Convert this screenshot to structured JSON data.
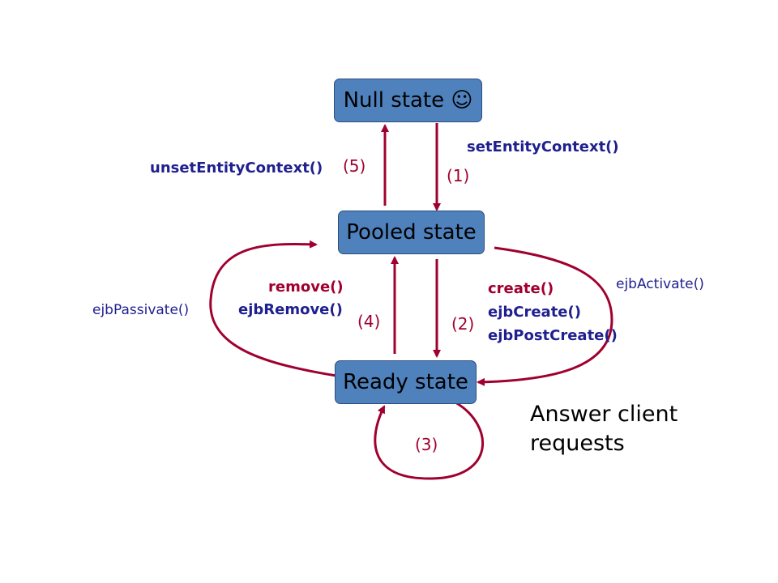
{
  "states": {
    "null": "Null state ☺",
    "pooled": "Pooled state",
    "ready": "Ready state"
  },
  "transitions": {
    "t1": {
      "number": "(1)",
      "method": "setEntityContext()"
    },
    "t2": {
      "number": "(2)",
      "methods": [
        "create()",
        "ejbCreate()",
        "ejbPostCreate()"
      ]
    },
    "t3": {
      "number": "(3)"
    },
    "t4": {
      "number": "(4)",
      "methods": [
        "remove()",
        "ejbRemove()"
      ]
    },
    "t5": {
      "number": "(5)",
      "method": "unsetEntityContext()"
    },
    "activate": "ejbActivate()",
    "passivate": "ejbPassivate()"
  },
  "note": [
    "Answer client",
    "requests"
  ],
  "colors": {
    "box": "#4f81bd",
    "arrow": "#a0002f",
    "blue_text": "#1f1f8f"
  }
}
